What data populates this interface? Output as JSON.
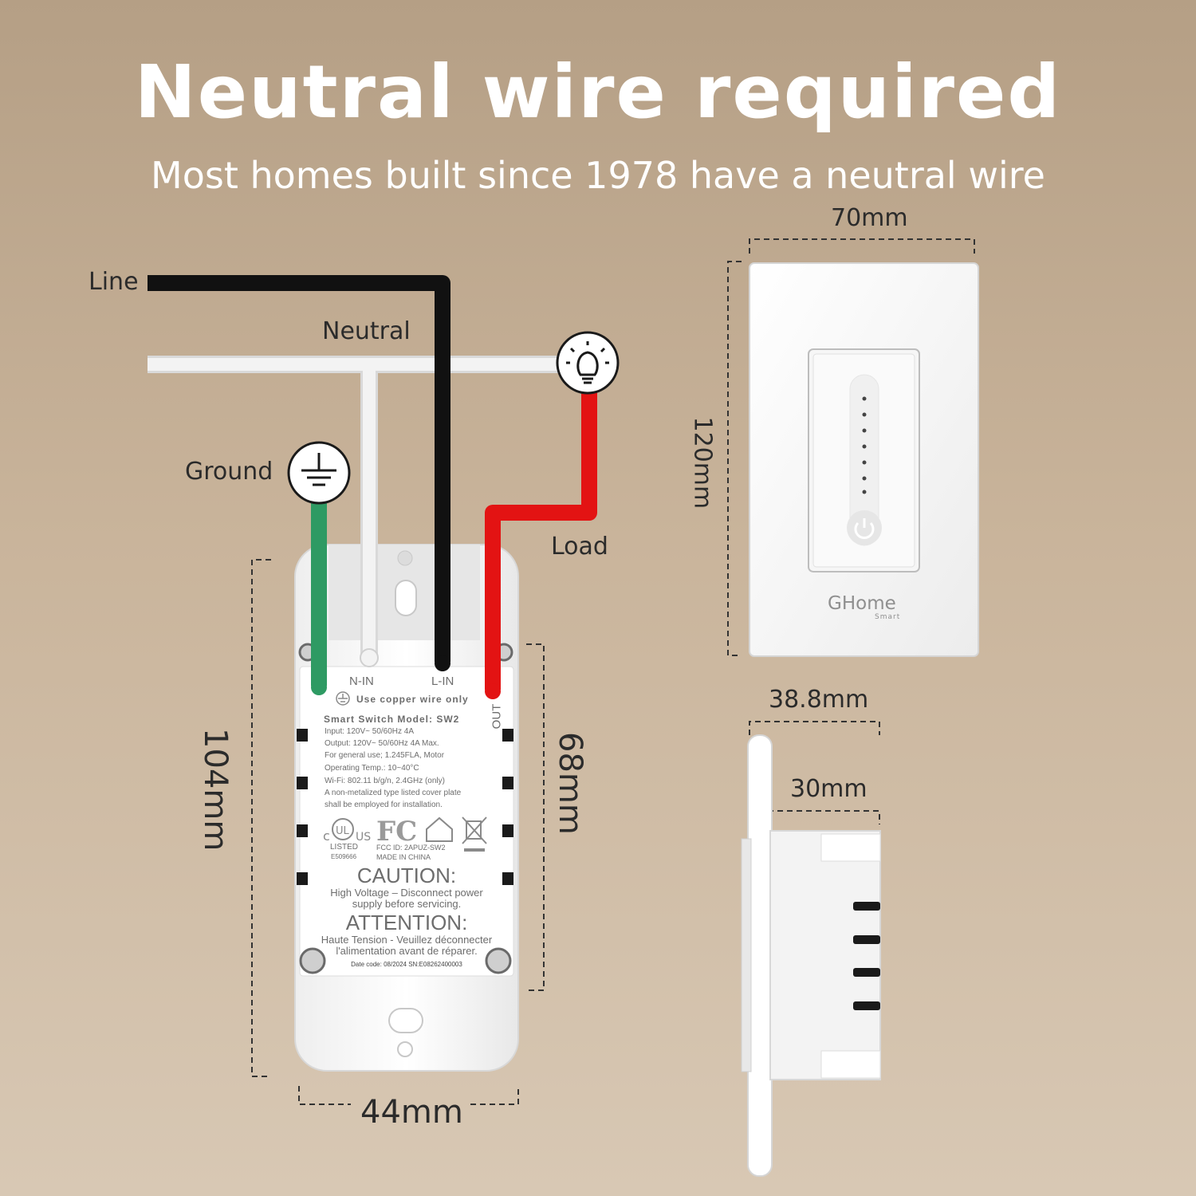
{
  "header": {
    "title": "Neutral wire required",
    "subtitle": "Most homes built since 1978 have a neutral wire"
  },
  "wires": {
    "line": "Line",
    "neutral": "Neutral",
    "ground": "Ground",
    "load": "Load"
  },
  "terminals": {
    "n_in": "N-IN",
    "l_in": "L-IN",
    "out": "OUT"
  },
  "label": {
    "copper": "Use copper wire only",
    "model": "Smart Switch Model: SW2",
    "specs": [
      "Input: 120V~ 50/60Hz 4A",
      "Output: 120V~ 50/60Hz  4A Max.",
      "For general use; 1.245FLA, Motor",
      "Operating Temp.: 10~40°C",
      "Wi-Fi: 802.11 b/g/n, 2.4GHz (only)",
      "A non-metalized type listed cover plate",
      "shall be employed for installation."
    ],
    "listed": "LISTED",
    "listed_no": "E509666",
    "fcc_id": "FCC ID: 2APUZ-SW2",
    "made_in": "MADE IN CHINA",
    "caution_title": "CAUTION:",
    "caution_1": "High Voltage – Disconnect power",
    "caution_2": "supply before servicing.",
    "attention_title": "ATTENTION:",
    "attention_1": "Haute Tension - Veuillez déconnecter",
    "attention_2": "l'alimentation avant de réparer.",
    "date_code": "Date code: 08/2024  SN:E08262400003"
  },
  "dimensions": {
    "body_height": "104mm",
    "body_width": "44mm",
    "label_height": "68mm",
    "plate_width": "70mm",
    "plate_height": "120mm",
    "side_depth": "38.8mm",
    "side_body": "30mm"
  },
  "brand": {
    "name": "GHome",
    "sub": "Smart"
  },
  "colors": {
    "line_wire": "#111111",
    "neutral_wire": "#f2f2f2",
    "ground_wire": "#2e9a63",
    "load_wire": "#e31313"
  },
  "icons": [
    "ground-icon",
    "bulb-icon",
    "power-icon",
    "ul-logo",
    "fcc-logo",
    "house-icon",
    "weee-icon"
  ]
}
